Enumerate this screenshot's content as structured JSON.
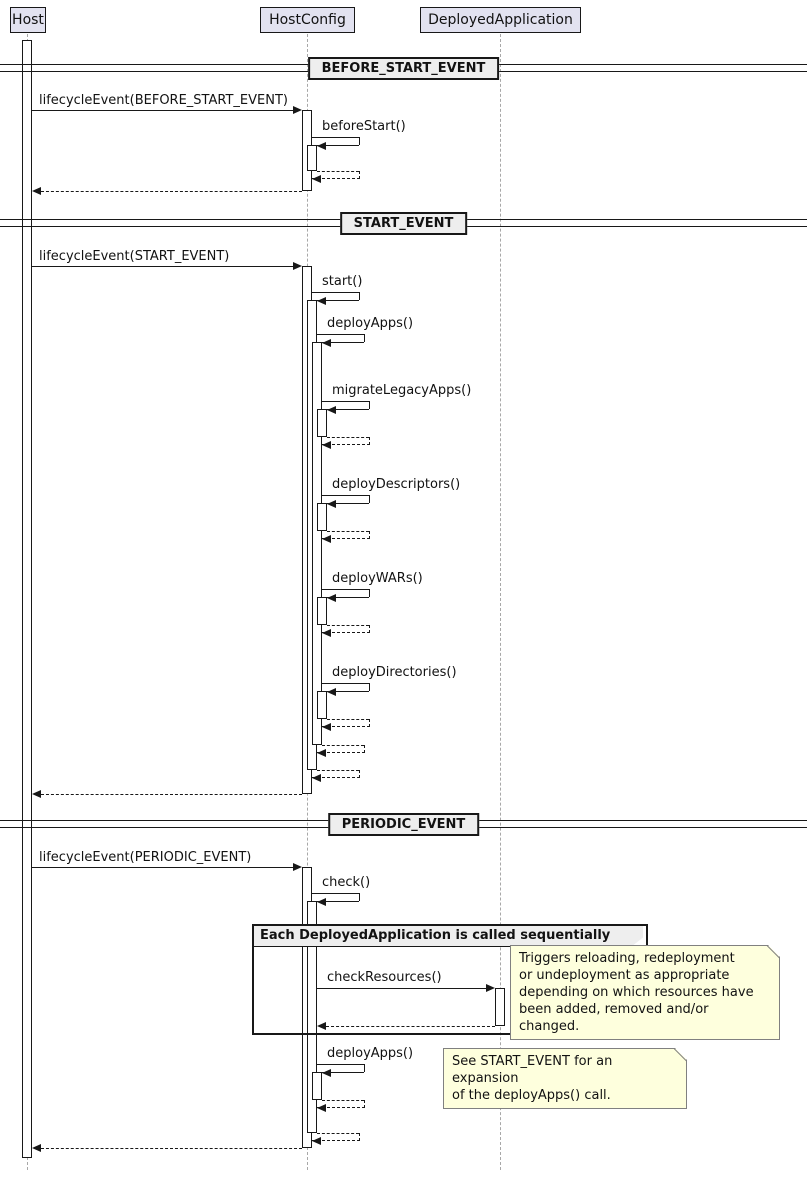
{
  "participants": [
    {
      "label": "Host"
    },
    {
      "label": "HostConfig"
    },
    {
      "label": "DeployedApplication"
    }
  ],
  "sections": {
    "before_start": {
      "divider_label": "BEFORE_START_EVENT",
      "lifecycle_msg": "lifecycleEvent(BEFORE_START_EVENT)",
      "before_start_msg": "beforeStart()"
    },
    "start_event": {
      "divider_label": "START_EVENT",
      "lifecycle_msg": "lifecycleEvent(START_EVENT)",
      "start_msg": "start()",
      "deploy_apps_msg": "deployApps()",
      "migrate_legacy_apps_msg": "migrateLegacyApps()",
      "deploy_descriptors_msg": "deployDescriptors()",
      "deploy_wars_msg": "deployWARs()",
      "deploy_directories_msg": "deployDirectories()"
    },
    "periodic_event": {
      "divider_label": "PERIODIC_EVENT",
      "lifecycle_msg": "lifecycleEvent(PERIODIC_EVENT)",
      "check_msg": "check()",
      "group_label": "Each DeployedApplication is called sequentially",
      "check_resources_msg": "checkResources()",
      "deploy_apps_msg": "deployApps()",
      "check_resources_note": "Triggers reloading, redeployment\nor undeployment as appropriate\ndepending on which resources have\nbeen added, removed and/or changed.",
      "deploy_apps_note": "See START_EVENT for an expansion\nof the deployApps() call."
    }
  },
  "colors": {
    "background": "#FFFFFF",
    "line": "#181818",
    "text": "#121212",
    "participant_fill": "#E2E2F0",
    "lifeline": "#A8A8A8",
    "activation_fill": "#FFFFFF",
    "divider_fill": "#EEEEEE",
    "frame_header_fill": "#EEEEEE",
    "note_fill": "#FEFFDD",
    "note_border": "#808080"
  }
}
